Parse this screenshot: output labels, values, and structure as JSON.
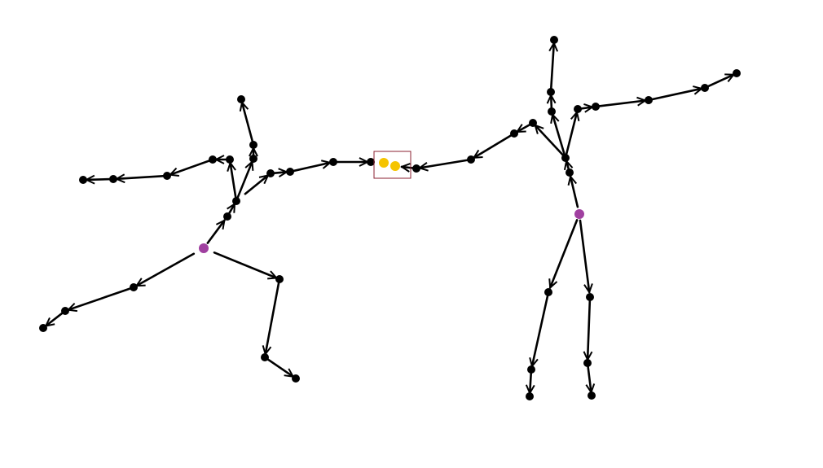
{
  "colors": {
    "background": "#ffffff",
    "bone": "#000000",
    "joint": "#000000",
    "root_joint": "#a040a0",
    "contact_joint": "#f5c400",
    "contact_box": "#8b2030"
  },
  "figures": [
    {
      "name": "left-skeleton",
      "root": "root-joint"
    },
    {
      "name": "right-skeleton",
      "root": "root-joint"
    }
  ],
  "contact_region": {
    "name": "hand-contact-box",
    "joints": [
      "left-figure-hand-tip",
      "right-figure-hand-tip"
    ]
  }
}
